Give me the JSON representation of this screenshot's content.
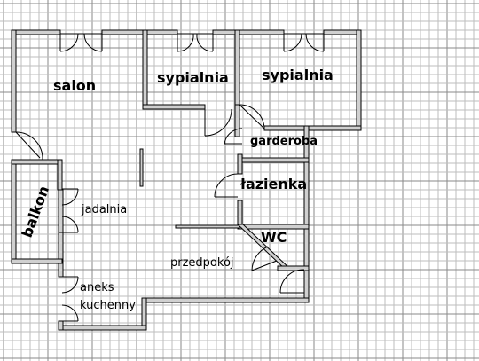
{
  "colors": {
    "grid_minor": "#bdbdbd",
    "grid_major": "#8a8a8a",
    "wall_fill": "#d0d0d0",
    "wall_stroke": "#000000",
    "background": "#ffffff"
  },
  "rooms": {
    "salon": "salon",
    "sypialnia_1": "sypialnia",
    "sypialnia_2": "sypialnia",
    "garderoba": "garderoba",
    "lazienka": "łazienka",
    "balkon": "balkon",
    "jadalnia": "jadalnia",
    "wc": "WC",
    "przedpokoj": "przedpokój",
    "aneks_line1": "aneks",
    "aneks_line2": "kuchenny"
  }
}
